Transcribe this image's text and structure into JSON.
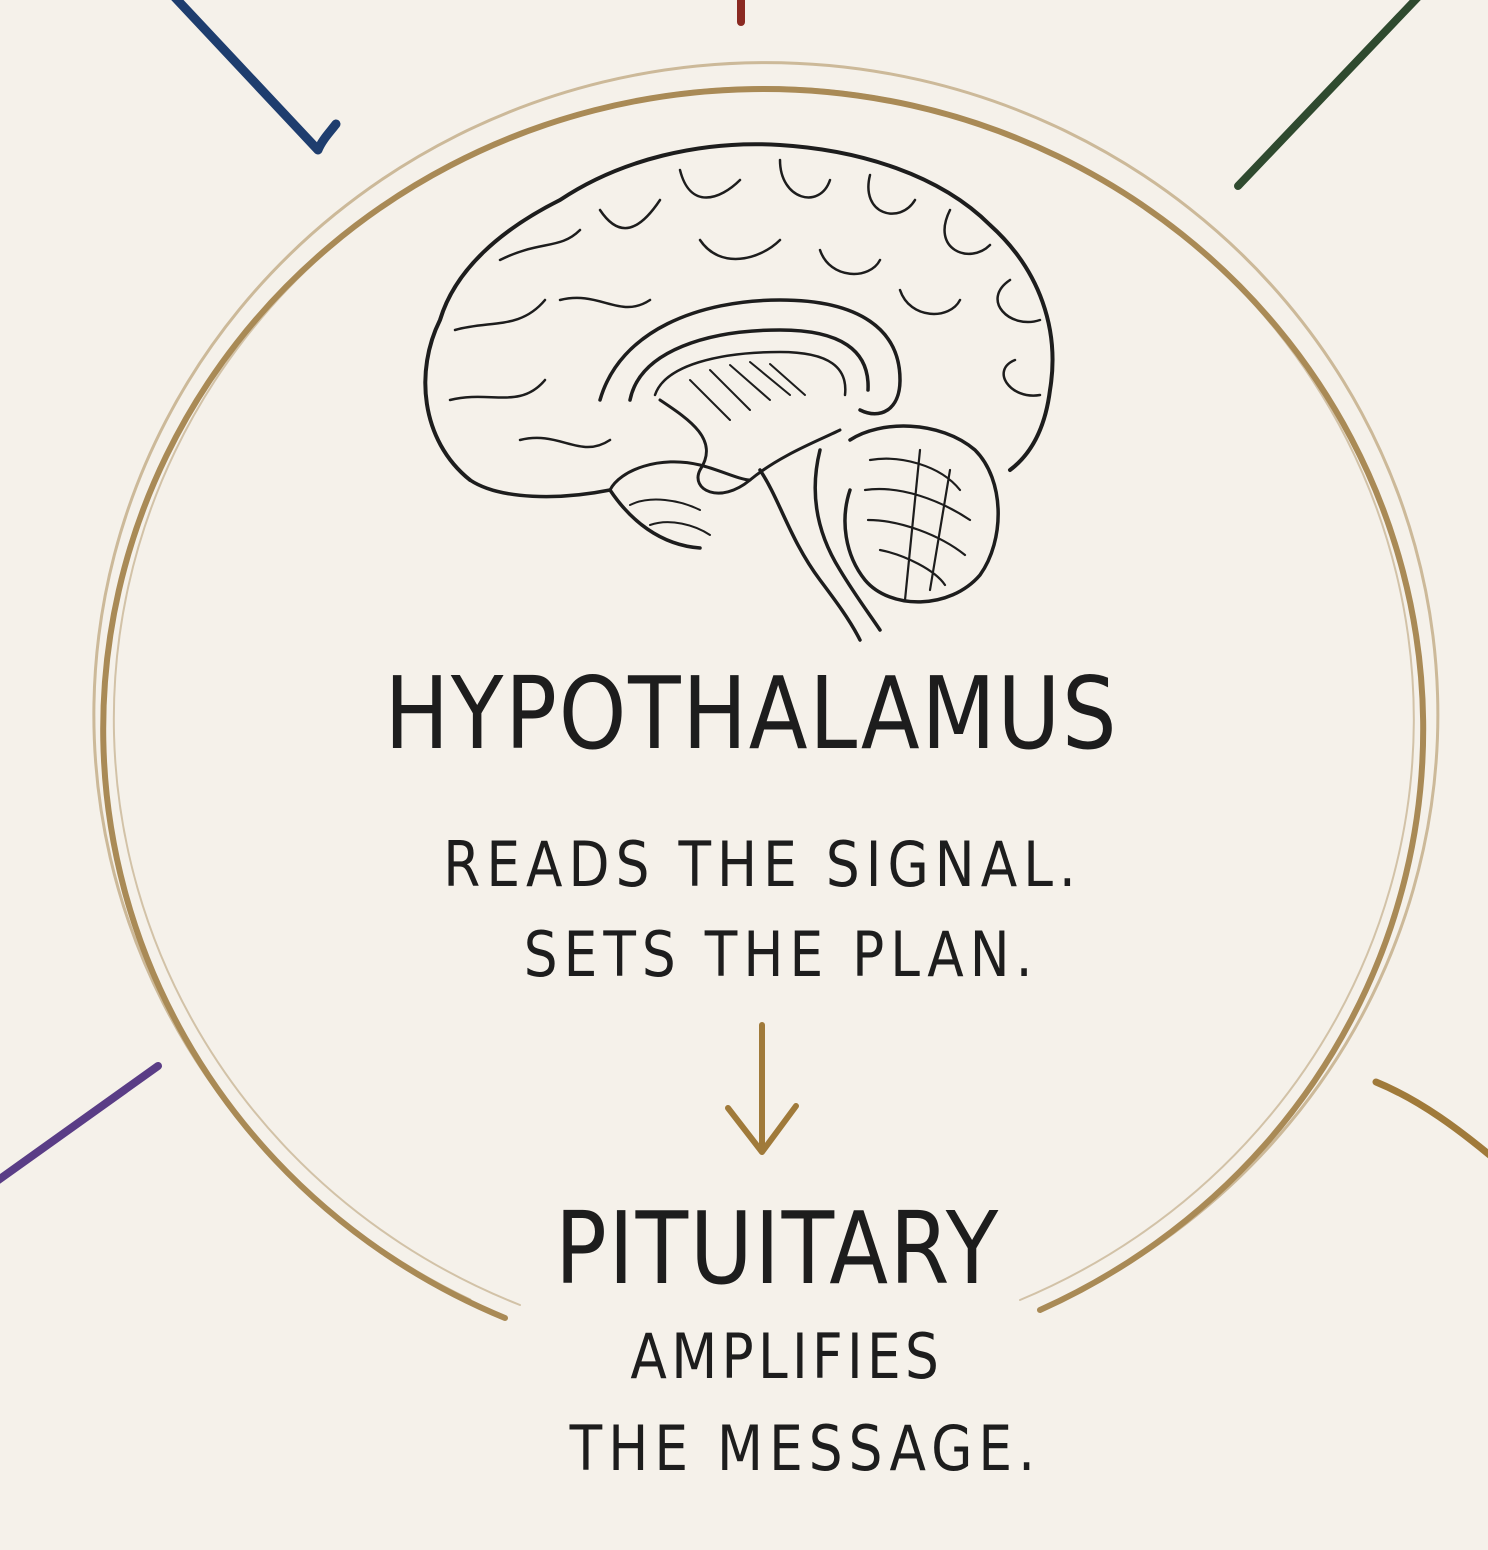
{
  "diagram": {
    "center_node": {
      "title": "HYPOTHALAMUS",
      "description_lines": [
        "READS THE SIGNAL.",
        "SETS THE PLAN."
      ],
      "icon": "brain-icon"
    },
    "flow_arrow": {
      "icon": "arrow-down-icon",
      "color": "#a07a3a"
    },
    "next_node": {
      "title": "PITUITARY",
      "description_lines": [
        "AMPLIFIES",
        "THE MESSAGE."
      ]
    },
    "ring_color": "#a98a56",
    "connectors": [
      {
        "name": "connector-top-left",
        "color": "#1e3d6e"
      },
      {
        "name": "connector-top",
        "color": "#8a2a22"
      },
      {
        "name": "connector-top-right",
        "color": "#2f4a2f"
      },
      {
        "name": "connector-bottom-left",
        "color": "#5a3d86"
      },
      {
        "name": "connector-bottom-right",
        "color": "#a07a3a"
      }
    ],
    "ink_color": "#1d1d1d"
  }
}
